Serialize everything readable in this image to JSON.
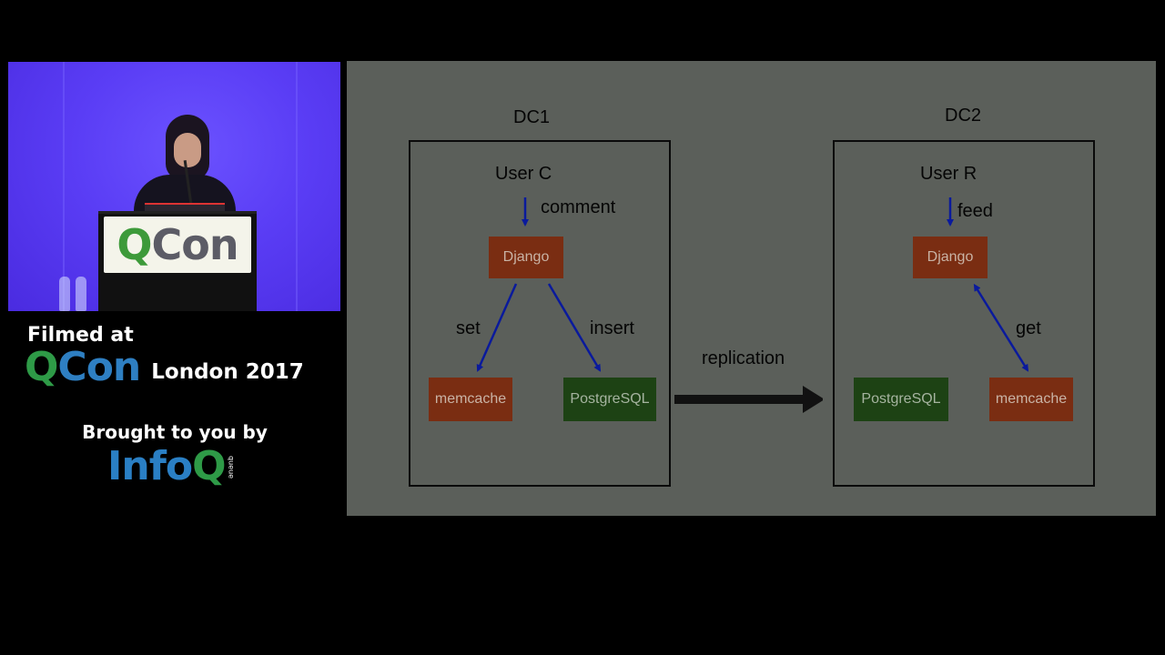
{
  "caption": {
    "filmed_at": "Filmed at",
    "qcon_q": "Q",
    "qcon_rest": "Con",
    "event": "London 2017",
    "brought_by": "Brought to you by",
    "infoq_info": "Info",
    "infoq_q": "Q",
    "infoq_tag": "queue"
  },
  "podium_sign": {
    "q": "Q",
    "rest": "Con"
  },
  "slide": {
    "dc1": {
      "label": "DC1",
      "user": "User C",
      "user_edge": "comment",
      "top_node": "Django",
      "left_edge": "set",
      "right_edge": "insert",
      "left_node": "memcache",
      "right_node": "PostgreSQL"
    },
    "replication_label": "replication",
    "dc2": {
      "label": "DC2",
      "user": "User R",
      "user_edge": "feed",
      "top_node": "Django",
      "right_edge": "get",
      "left_node": "PostgreSQL",
      "right_node": "memcache"
    }
  },
  "colors": {
    "node_red": "#7a2d12",
    "node_green": "#1d4214",
    "arrow_blue": "#0a1a9c",
    "slide_bg": "#5b5f5a"
  }
}
